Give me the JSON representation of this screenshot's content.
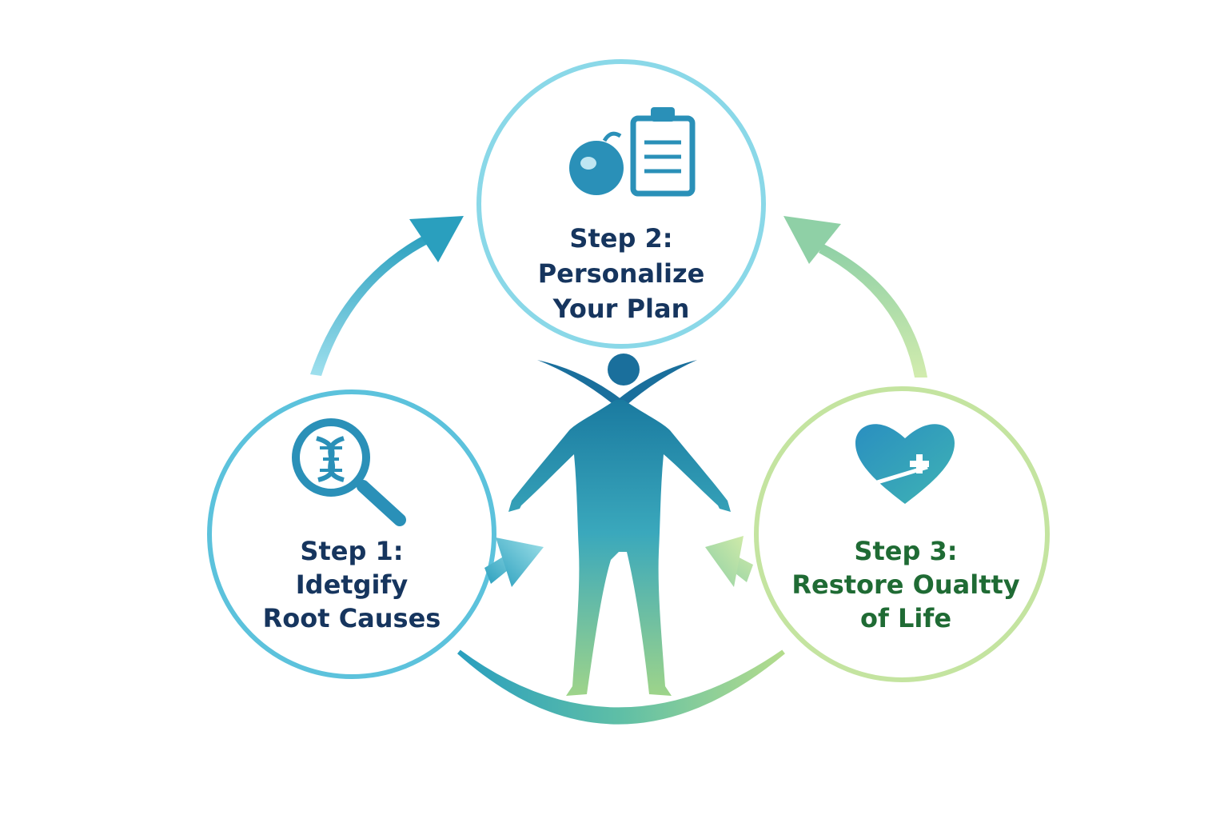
{
  "steps": [
    {
      "title": "Step 1:",
      "line1": "Idetgify",
      "line2": "Root Causes",
      "icon": "magnifier-dna-icon",
      "color": "#16355e"
    },
    {
      "title": "Step 2:",
      "line1": "Personalize",
      "line2": "Your Plan",
      "icon": "apple-clipboard-icon",
      "color": "#16355e"
    },
    {
      "title": "Step 3:",
      "line1": "Restore Oualtty",
      "line2": "of Life",
      "icon": "heart-plus-icon",
      "color": "#1f6b34"
    }
  ],
  "center": {
    "icon": "human-figure-icon"
  },
  "colors": {
    "teal": "#2a9fbe",
    "light_teal": "#8ad8e8",
    "green": "#b4dc8c",
    "dark_teal": "#1a7a9c"
  }
}
